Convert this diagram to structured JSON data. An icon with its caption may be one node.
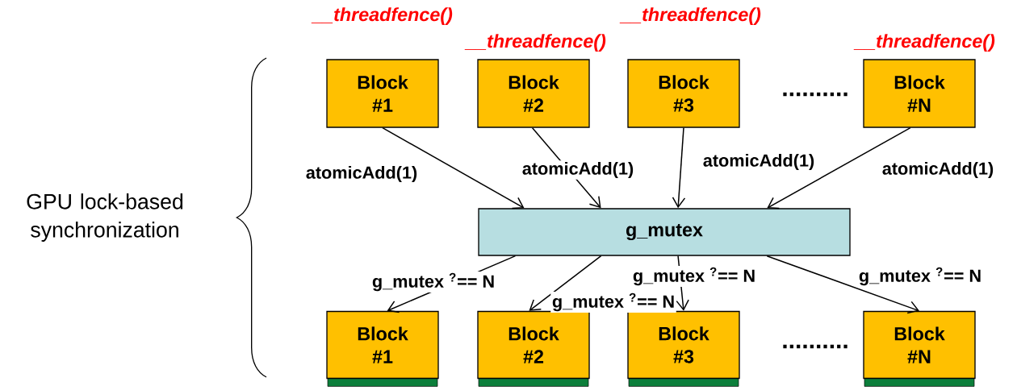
{
  "diagram": {
    "nodes": [
      {
        "text": [
          "Block #1"
        ],
        "beside": [
          "__threadfence()"
        ]
      },
      {
        "text": [
          "Block #2"
        ],
        "beside": [
          "__threadfence()"
        ]
      },
      {
        "text": [
          "Block #3"
        ],
        "beside": [
          "__threadfence()"
        ]
      },
      {
        "text": [
          "Block #N"
        ],
        "beside": [
          "__threadfence()"
        ]
      },
      {
        "text": [
          "g_mutex"
        ]
      },
      {
        "text": [
          "Block #1"
        ]
      },
      {
        "text": [
          "Block #2"
        ]
      },
      {
        "text": [
          "Block #3"
        ]
      },
      {
        "text": [
          "Block #N"
        ]
      }
    ],
    "edges": [
      {
        "from": 0,
        "to": 4,
        "arrow": "to",
        "label": "atomicAdd(1)"
      },
      {
        "from": 1,
        "to": 4,
        "arrow": "to",
        "label": "atomicAdd(1)"
      },
      {
        "from": 2,
        "to": 4,
        "arrow": "to",
        "label": "atomicAdd(1)"
      },
      {
        "from": 3,
        "to": 4,
        "arrow": "to",
        "label": "atomicAdd(1)"
      },
      {
        "from": 4,
        "to": 5,
        "arrow": "to",
        "label": "g_mutex $^{?}$== N"
      },
      {
        "from": 4,
        "to": 6,
        "arrow": "to",
        "label": "g_mutex $^{?}$== N"
      },
      {
        "from": 4,
        "to": 7,
        "arrow": "to",
        "label": "g_mutex $^{?}$== N"
      },
      {
        "from": 4,
        "to": 8,
        "arrow": "to",
        "label": "g_mutex $^{?}$== N"
      }
    ],
    "labels": [
      "..........",
      "..........",
      "GPU lock-based synchronization"
    ]
  }
}
